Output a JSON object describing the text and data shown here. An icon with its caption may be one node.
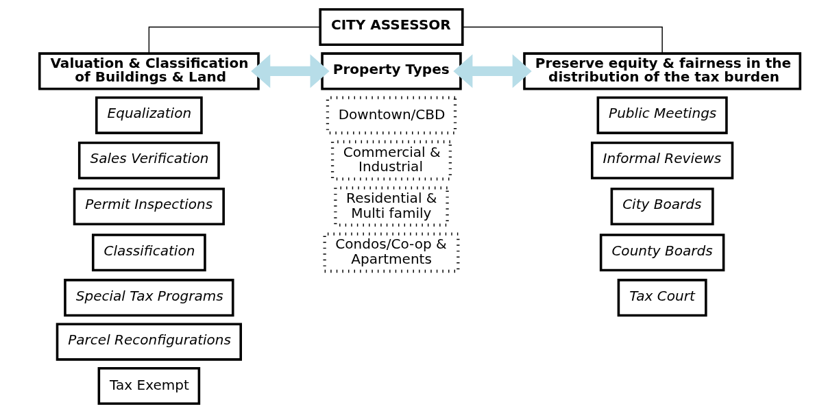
{
  "diagram": {
    "nodes": [
      {
        "text": [
          "CITY ASSESSOR"
        ]
      },
      {
        "text": [
          "Valuation & Classification of Buildings & Land"
        ]
      },
      {
        "text": [
          "Equalization"
        ]
      },
      {
        "text": [
          "Sales Verification"
        ]
      },
      {
        "text": [
          "Permit Inspections"
        ]
      },
      {
        "text": [
          "Classification"
        ]
      },
      {
        "text": [
          "Special Tax Programs"
        ]
      },
      {
        "text": [
          "Parcel Reconfigurations"
        ]
      },
      {
        "text": [
          "Tax Exempt"
        ]
      },
      {
        "text": [
          "Property Types"
        ]
      },
      {
        "text": [
          "Downtown/CBD"
        ]
      },
      {
        "text": [
          "Commercial & Industrial"
        ]
      },
      {
        "text": [
          "Residential & Multi family"
        ]
      },
      {
        "text": [
          "Condos/Co-op & Apartments"
        ]
      },
      {
        "text": [
          "Preserve equity & fairness in the distribution of the tax burden"
        ]
      },
      {
        "text": [
          "Public Meetings"
        ]
      },
      {
        "text": [
          "Informal Reviews"
        ]
      },
      {
        "text": [
          "City Boards"
        ]
      },
      {
        "text": [
          "County Boards"
        ]
      },
      {
        "text": [
          "Tax Court"
        ]
      }
    ],
    "edges": [
      {
        "from": 0,
        "to": 1,
        "arrow": "none"
      },
      {
        "from": 0,
        "to": 14,
        "arrow": "none"
      },
      {
        "from": 1,
        "to": 9,
        "arrow": "both",
        "style": "thick",
        "color": "#b7dde8"
      },
      {
        "from": 9,
        "to": 14,
        "arrow": "both",
        "style": "thick",
        "color": "#b7dde8"
      }
    ]
  }
}
